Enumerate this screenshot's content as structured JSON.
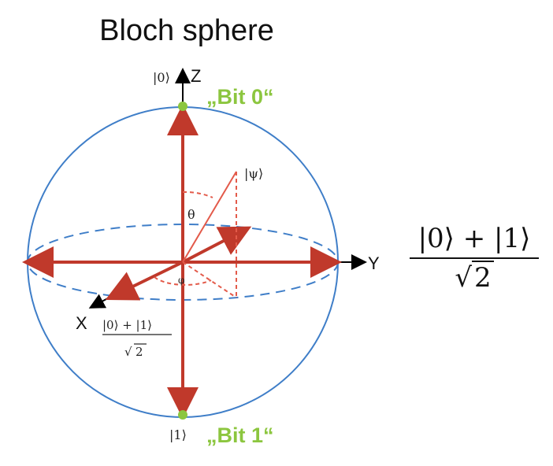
{
  "title": "Bloch sphere",
  "labels": {
    "z_axis": "Z",
    "y_axis": "Y",
    "x_axis": "X",
    "ket0_top": "|0⟩",
    "ket1_bottom": "|1⟩",
    "psi": "|ψ⟩",
    "theta": "θ",
    "phi": "φ",
    "bit0": "„Bit 0“",
    "bit1": "„Bit 1“",
    "small_frac_num": "|0⟩ + |1⟩",
    "small_frac_den_sym": "√",
    "small_frac_den_val": "2"
  },
  "equation": {
    "numerator": "|0⟩ + |1⟩",
    "sqrt_symbol": "√",
    "sqrt_value": "2"
  },
  "colors": {
    "sphere": "#3f7ec8",
    "vector": "#c0392b",
    "bit": "#8cc63f",
    "axis": "#000000"
  }
}
